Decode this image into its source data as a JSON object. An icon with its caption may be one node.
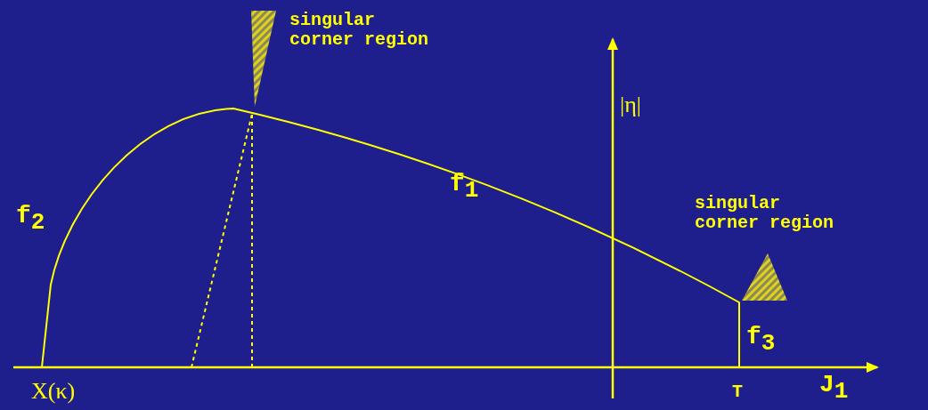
{
  "diagram": {
    "labels": [
      "singular corner region",
      "|η|",
      "f$_{1}$",
      "singular corner region",
      "f$_{2}$",
      "f$_{3}$",
      "X(κ)",
      "T",
      "J$_{1}$"
    ]
  }
}
